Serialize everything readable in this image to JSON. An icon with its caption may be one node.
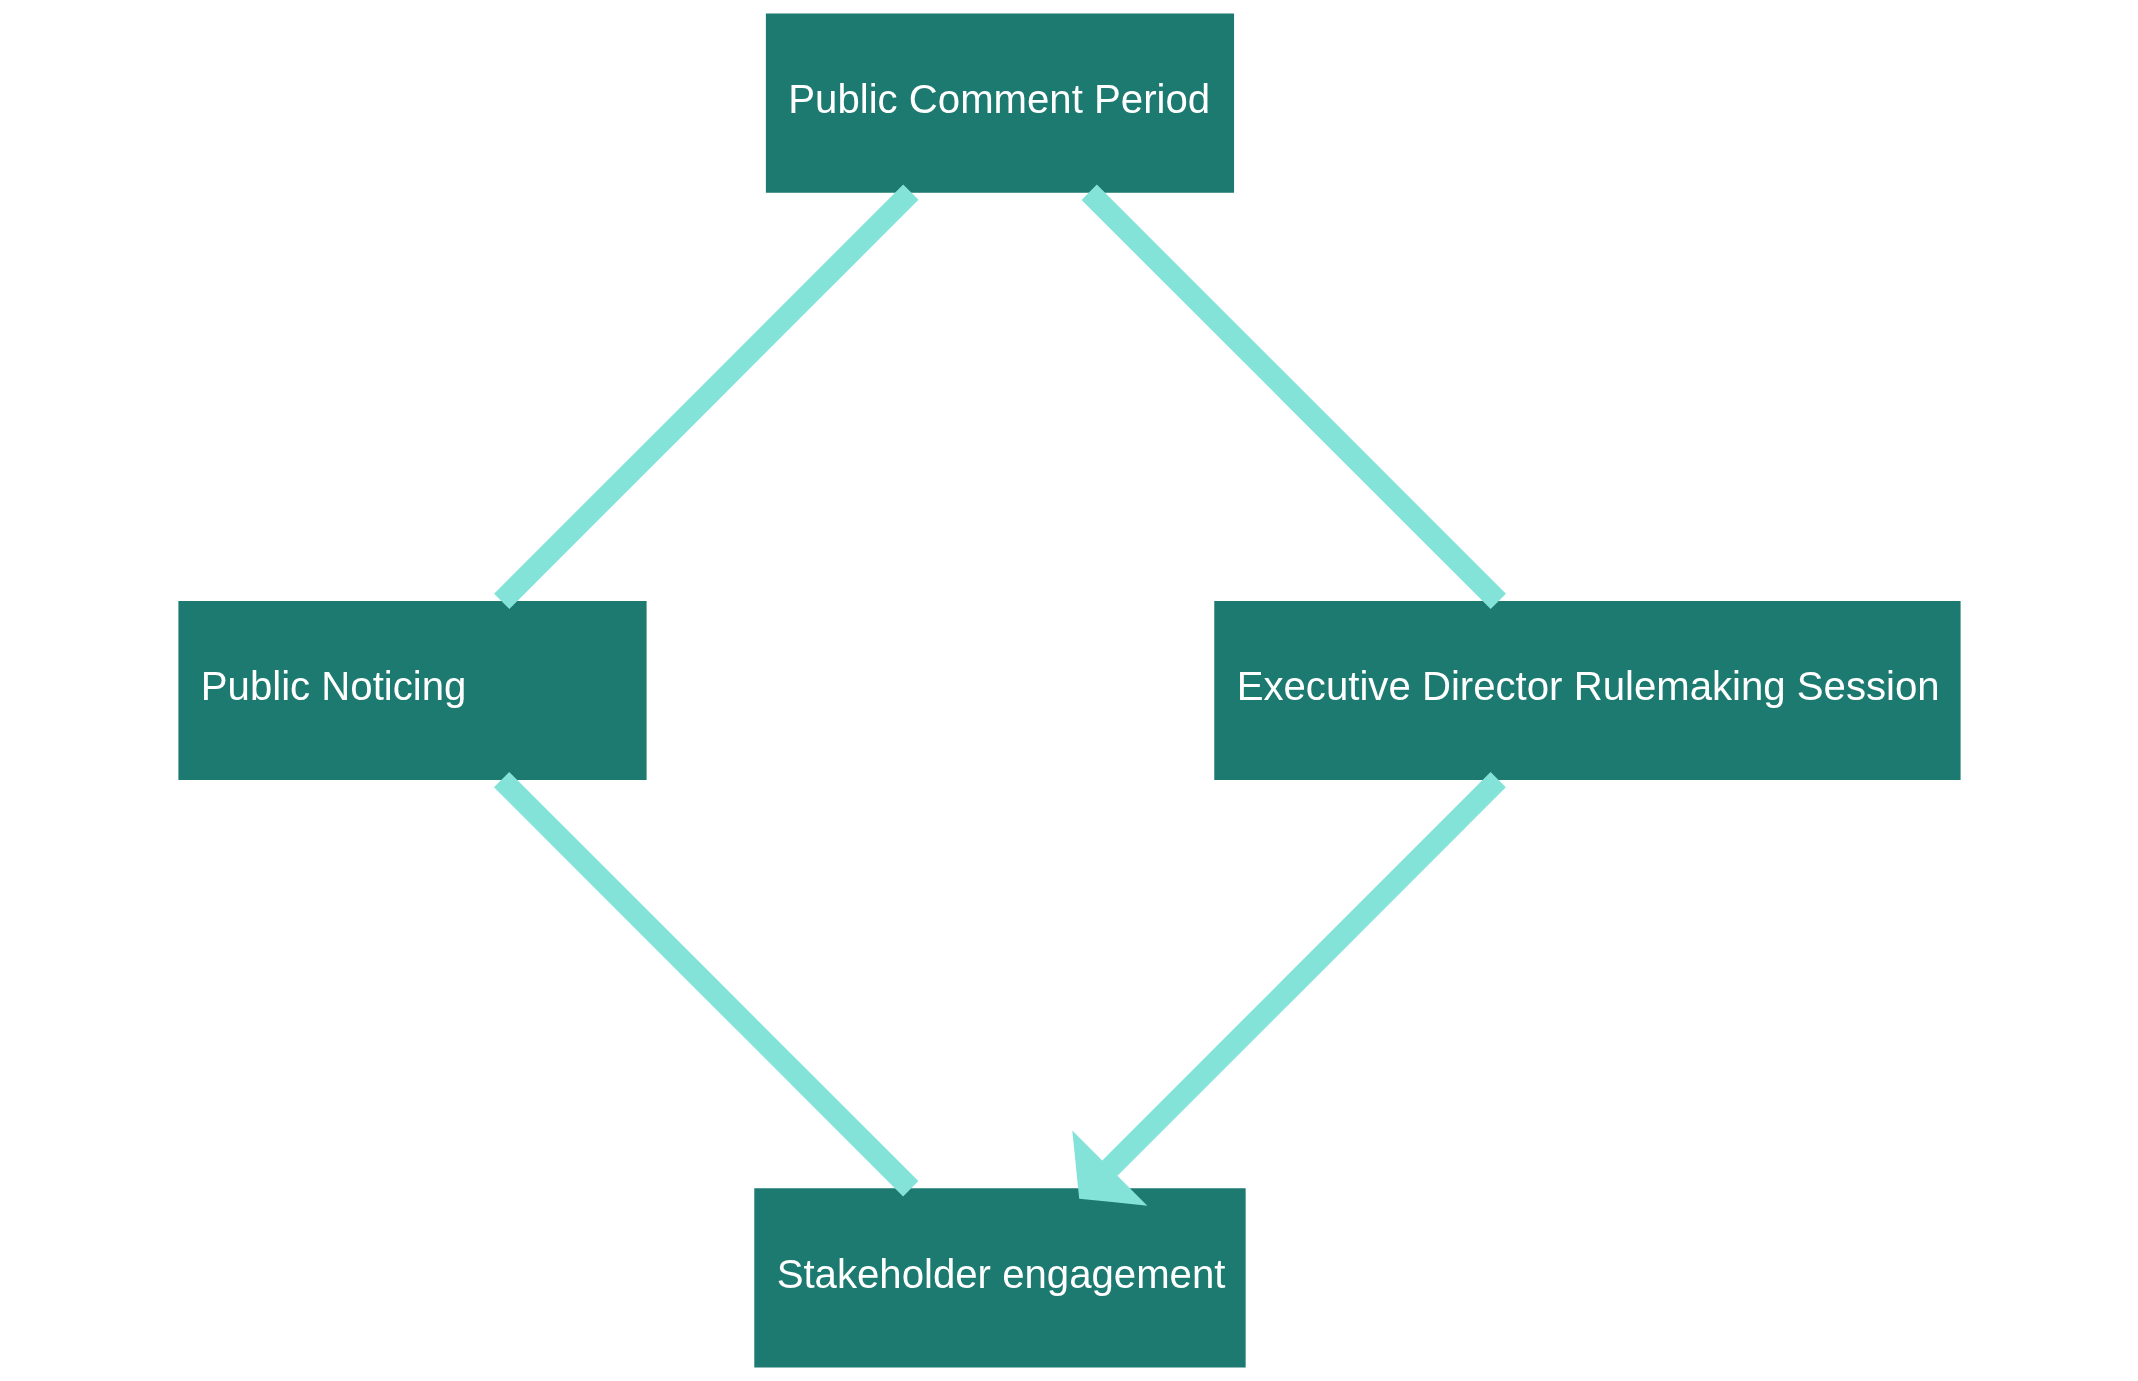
{
  "diagram": {
    "nodes": [
      {
        "text": [
          "Stakeholder engagement"
        ]
      },
      {
        "text": [
          "Public Noticing"
        ]
      },
      {
        "text": [
          "Public Comment Period"
        ]
      },
      {
        "text": [
          "Executive Director Rulemaking Session"
        ]
      }
    ],
    "edges": [
      {
        "from": 0,
        "to": 1,
        "arrow": "none"
      },
      {
        "from": 1,
        "to": 2,
        "arrow": "none"
      },
      {
        "from": 2,
        "to": 3,
        "arrow": "none"
      },
      {
        "from": 3,
        "to": 0,
        "arrow": "to"
      }
    ]
  }
}
